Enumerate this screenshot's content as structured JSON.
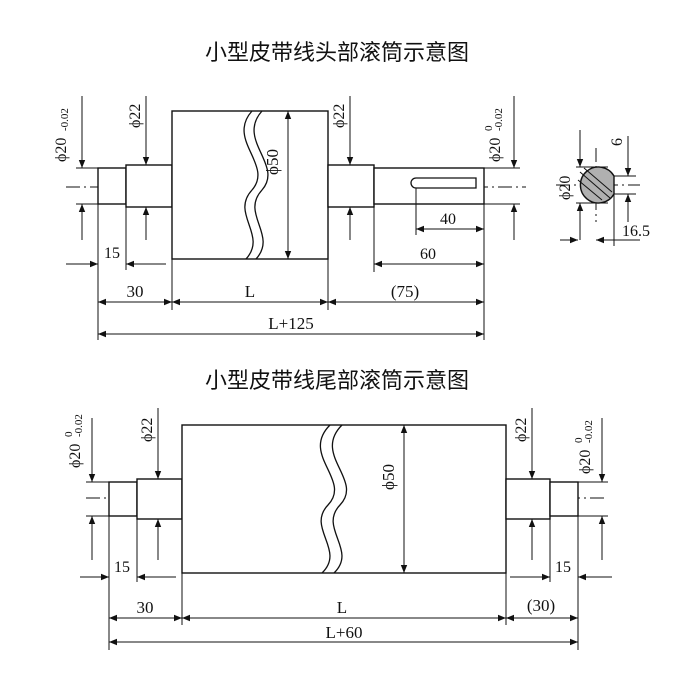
{
  "head_drawing": {
    "title": "小型皮带线头部滚筒示意图",
    "dia_shaft_left": "ϕ20",
    "dia_shaft_left_tol_upper": "",
    "dia_shaft_left_tol_lower": "-0.02",
    "dia_step_left": "ϕ22",
    "dia_drum": "ϕ50",
    "dia_step_right": "ϕ22",
    "dia_shaft_right": "ϕ20",
    "dia_shaft_right_tol_upper": "0",
    "dia_shaft_right_tol_lower": "-0.02",
    "len_step": "15",
    "len_left": "30",
    "len_drum": "L",
    "len_right": "(75)",
    "len_total": "L+125",
    "len_keyway": "40",
    "len_key_end": "60",
    "section": {
      "key_width": "6",
      "dia": "ϕ20",
      "key_depth": "16.5"
    }
  },
  "tail_drawing": {
    "title": "小型皮带线尾部滚筒示意图",
    "dia_shaft_left": "ϕ20",
    "dia_shaft_left_tol_upper": "0",
    "dia_shaft_left_tol_lower": "-0.02",
    "dia_step_left": "ϕ22",
    "dia_drum": "ϕ50",
    "dia_step_right": "ϕ22",
    "dia_shaft_right": "ϕ20",
    "dia_shaft_right_tol_upper": "0",
    "dia_shaft_right_tol_lower": "-0.02",
    "len_step_left": "15",
    "len_step_right": "15",
    "len_left": "30",
    "len_drum": "L",
    "len_right": "(30)",
    "len_total": "L+60"
  }
}
